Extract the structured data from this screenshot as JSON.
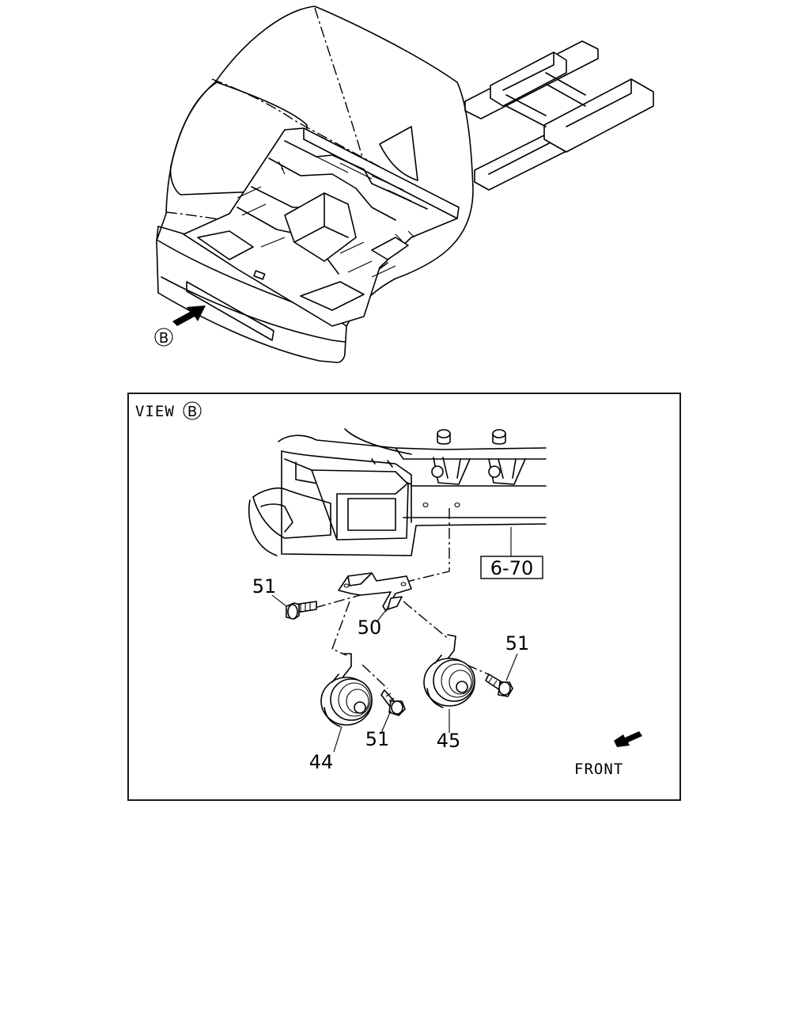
{
  "overview": {
    "view_marker": "B"
  },
  "view_panel": {
    "title": "VIEW",
    "view_marker": "B",
    "reference_box": "6-70",
    "front_label": "FRONT"
  },
  "callouts": {
    "bolt_top_left": "51",
    "bracket": "50",
    "bolt_right": "51",
    "bolt_center": "51",
    "horn_low": "44",
    "horn_high": "45"
  }
}
